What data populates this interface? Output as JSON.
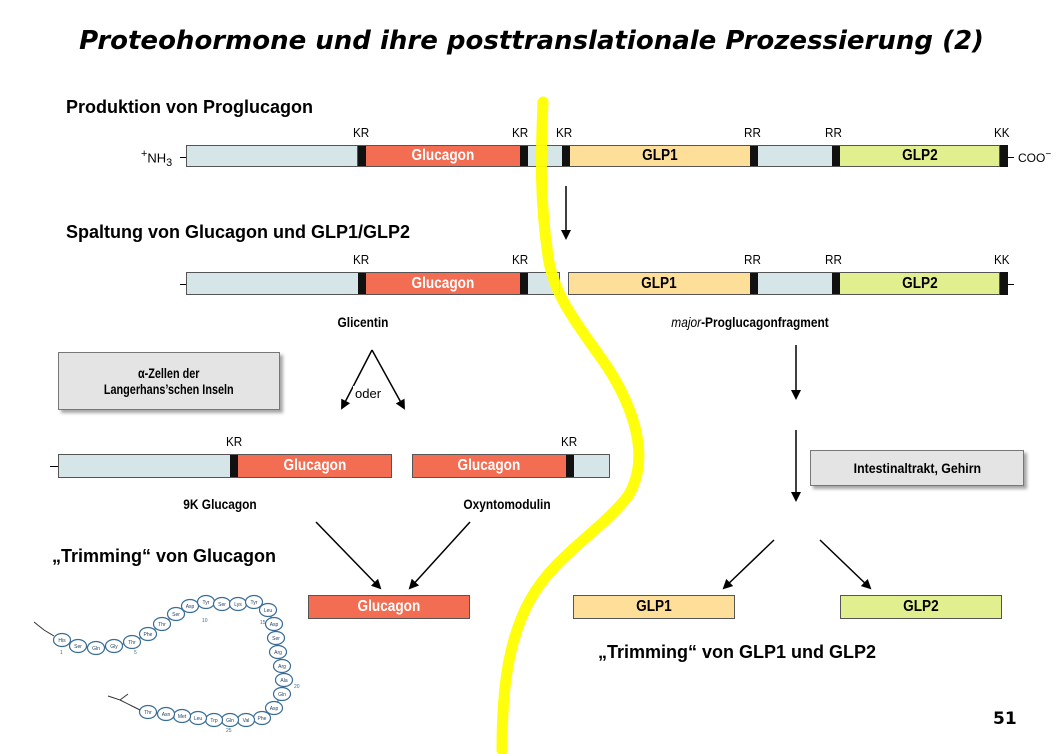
{
  "title": "Proteohormone und ihre posttranslationale Prozessierung (2)",
  "headings": {
    "production": "Produktion von Proglucagon",
    "cleavage": "Spaltung von Glucagon und GLP1/GLP2",
    "trimming_glucagon": "„Trimming“ von Glucagon",
    "trimming_glp": "„Trimming“ von GLP1 und GLP2"
  },
  "sites": {
    "kr": "KR",
    "rr": "RR",
    "kk": "KK"
  },
  "termini": {
    "n_plus": "+",
    "n_nh": "NH",
    "n_sub": "3",
    "c_term": "COO",
    "c_minus": "−"
  },
  "segments": {
    "glucagon": "Glucagon",
    "glp1": "GLP1",
    "glp2": "GLP2"
  },
  "captions": {
    "glicentin": "Glicentin",
    "major_italic": "major",
    "major_rest": "-Proglucagonfragment",
    "nine_k": "9K Glucagon",
    "oxyntomodulin": "Oxyntomodulin",
    "oder": "oder"
  },
  "boxes": {
    "alpha_line1": "α-Zellen der",
    "alpha_line2": "Langerhans’schen Inseln",
    "intestinal": "Intestinaltrakt, Gehirn"
  },
  "peptide": {
    "residues": [
      "His",
      "Ser",
      "Gln",
      "Gly",
      "Thr",
      "Phe",
      "Thr",
      "Ser",
      "Asp",
      "Tyr",
      "Ser",
      "Lys",
      "Tyr",
      "Leu",
      "Asp",
      "Ser",
      "Arg",
      "Arg",
      "Ala",
      "Gln",
      "Asp",
      "Phe",
      "Val",
      "Gln",
      "Trp",
      "Leu",
      "Met",
      "Asn",
      "Thr"
    ],
    "numbers": [
      "1",
      "5",
      "10",
      "15",
      "20",
      "25"
    ]
  },
  "colors": {
    "grey": "#d6e6e8",
    "red": "#f26d52",
    "yellow": "#fddf9a",
    "green": "#e1ef8e",
    "highlight": "#ffff00"
  },
  "page_number": "51"
}
